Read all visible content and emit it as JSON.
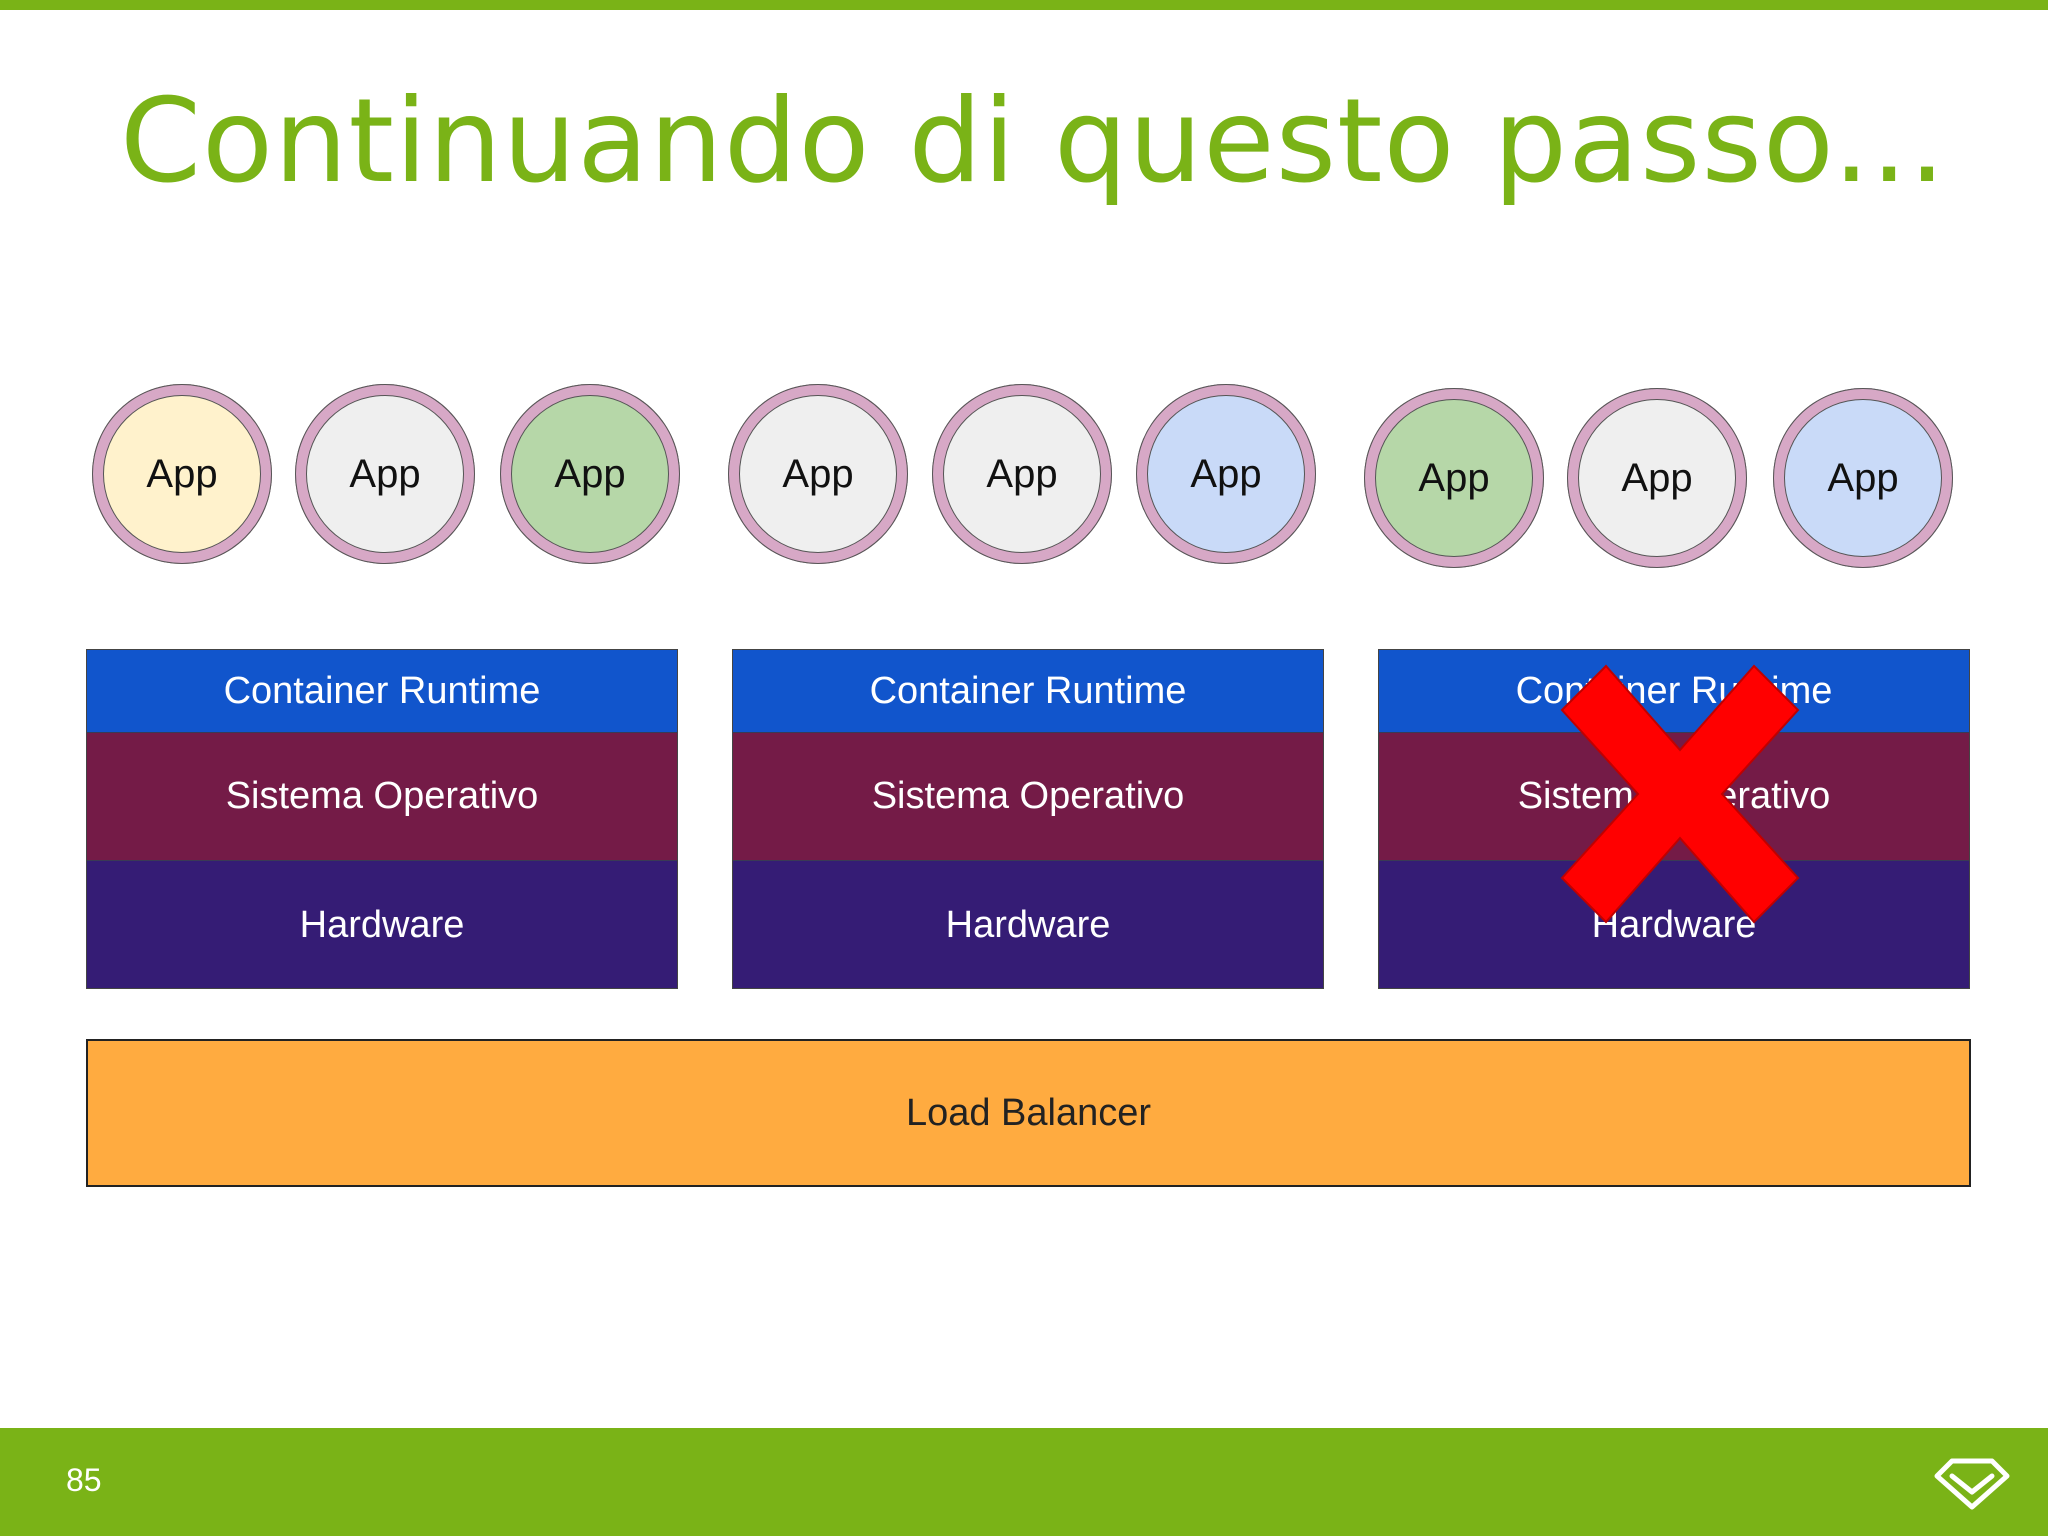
{
  "slide": {
    "title": "Continuando di questo passo...",
    "page_number": "85"
  },
  "apps": [
    {
      "label": "App",
      "color": "#fff2cc"
    },
    {
      "label": "App",
      "color": "#efefef"
    },
    {
      "label": "App",
      "color": "#b6d7a8"
    },
    {
      "label": "App",
      "color": "#efefef"
    },
    {
      "label": "App",
      "color": "#efefef"
    },
    {
      "label": "App",
      "color": "#c9daf8"
    },
    {
      "label": "App",
      "color": "#b6d7a8"
    },
    {
      "label": "App",
      "color": "#efefef"
    },
    {
      "label": "App",
      "color": "#c9daf8"
    }
  ],
  "stacks": [
    {
      "runtime": "Container Runtime",
      "os": "Sistema Operativo",
      "hardware": "Hardware",
      "failed": false
    },
    {
      "runtime": "Container Runtime",
      "os": "Sistema Operativo",
      "hardware": "Hardware",
      "failed": false
    },
    {
      "runtime": "Container Runtime",
      "os": "Sistema Operativo",
      "hardware": "Hardware",
      "failed": true
    }
  ],
  "load_balancer": {
    "label": "Load Balancer"
  },
  "colors": {
    "brand_green": "#7ab317",
    "container_runtime": "#1155cc",
    "operating_system": "#741b47",
    "hardware": "#351c75",
    "load_balancer": "#ffab40",
    "app_ring": "#d7a8c6",
    "failure_cross": "#ff0000"
  },
  "icons": {
    "failure_marker": "red-x-icon",
    "footer_logo": "diamond-logo-icon"
  }
}
